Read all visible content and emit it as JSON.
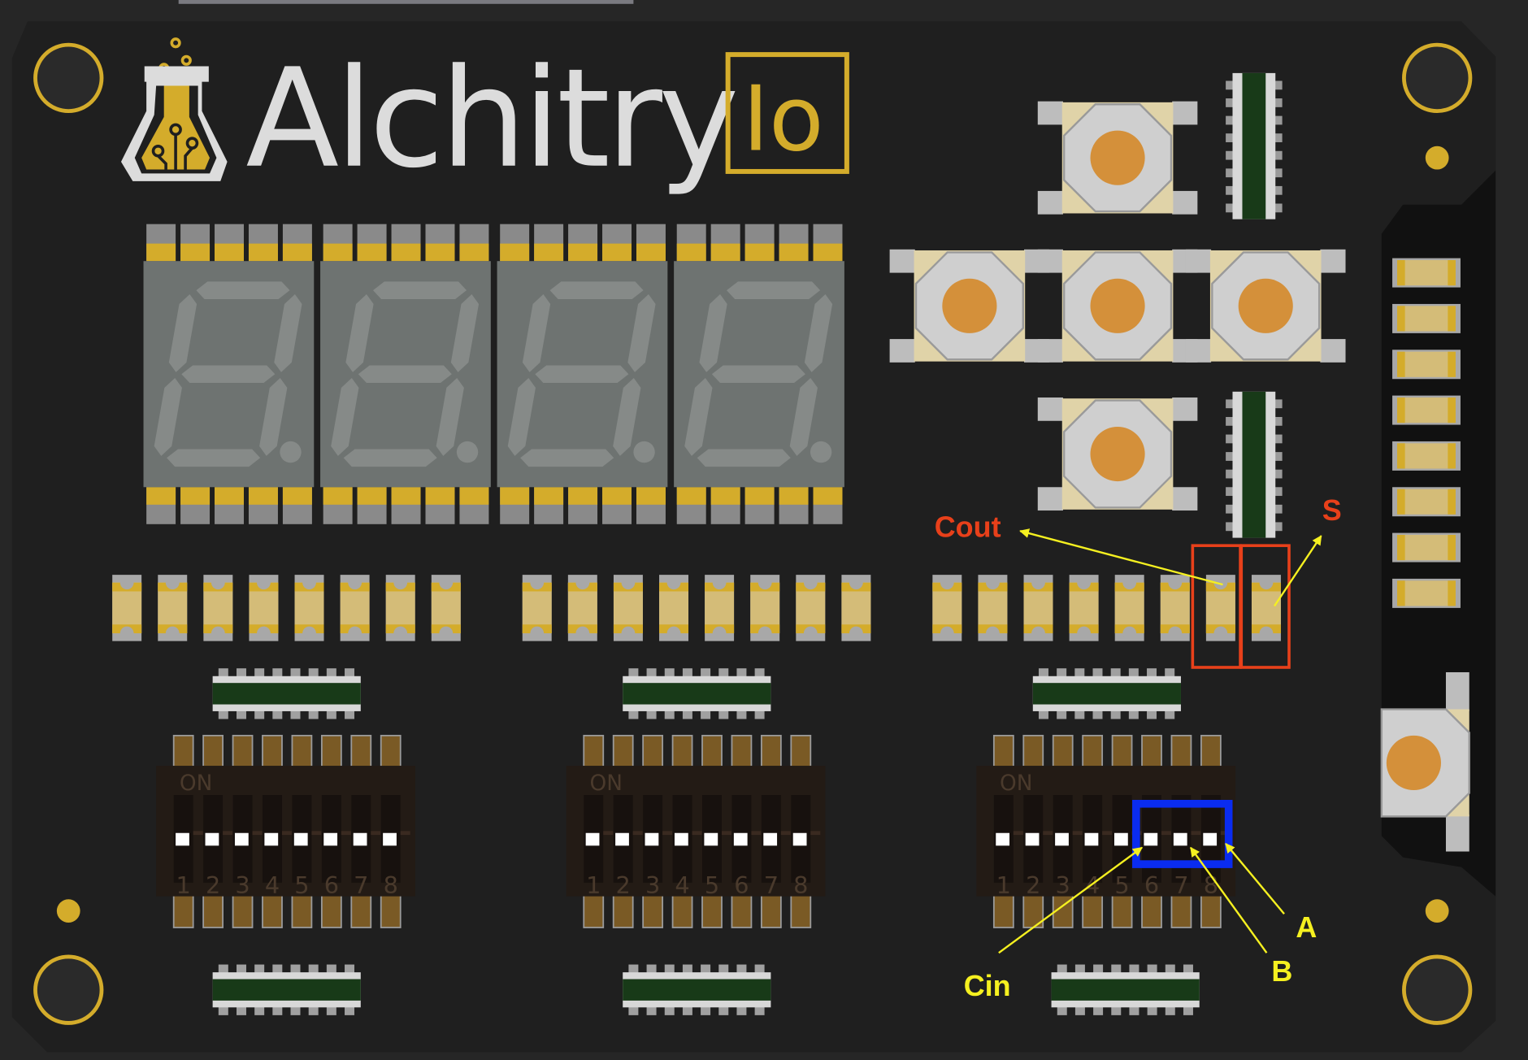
{
  "board": {
    "brand": "Alchitry",
    "model": "Io",
    "dip_on_label": "ON",
    "dip_numbers": [
      "1",
      "2",
      "3",
      "4",
      "5",
      "6",
      "7",
      "8"
    ],
    "dip_count": 3,
    "led_groups": 3,
    "leds_per_group": 8,
    "seven_segment_digits": 4,
    "buttons": 5
  },
  "annotations": {
    "cout": "Cout",
    "s": "S",
    "cin": "Cin",
    "a": "A",
    "b": "B"
  },
  "colors": {
    "background": "#262626",
    "pcb": "#1f1f1f",
    "gold": "#d4ac2b",
    "silk": "#dcdcdc",
    "segment_body": "#6e7371",
    "led": "#d4bc78",
    "button_center": "#d4903a",
    "annotation_red": "#e8401a",
    "annotation_yellow": "#f5f020",
    "highlight_blue": "#0a2cf0"
  }
}
